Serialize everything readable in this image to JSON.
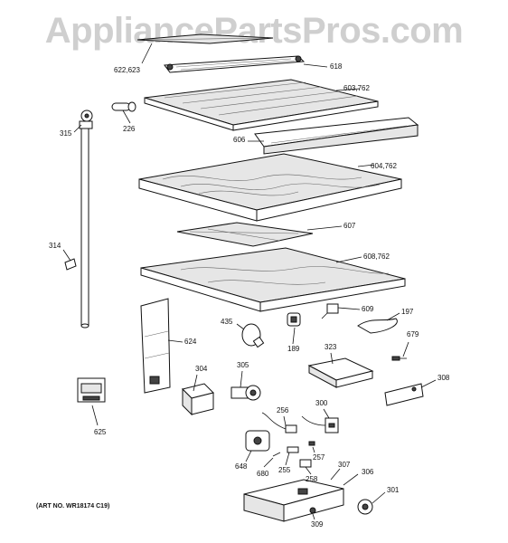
{
  "watermark": "AppliancePartsPros.com",
  "art_number": "(ART NO. WR18174 C19)",
  "parts": {
    "p622": "622,623",
    "p618": "618",
    "p603": "603,762",
    "p315": "315",
    "p226": "226",
    "p606": "606",
    "p604": "604,762",
    "p607": "607",
    "p314": "314",
    "p608": "608,762",
    "p609": "609",
    "p197": "197",
    "p435": "435",
    "p624": "624",
    "p189": "189",
    "p323": "323",
    "p679": "679",
    "p304": "304",
    "p305": "305",
    "p308": "308",
    "p625": "625",
    "p256": "256",
    "p300": "300",
    "p257": "257",
    "p648": "648",
    "p255": "255",
    "p307": "307",
    "p306": "306",
    "p680": "680",
    "p258": "258",
    "p301": "301",
    "p309": "309"
  }
}
